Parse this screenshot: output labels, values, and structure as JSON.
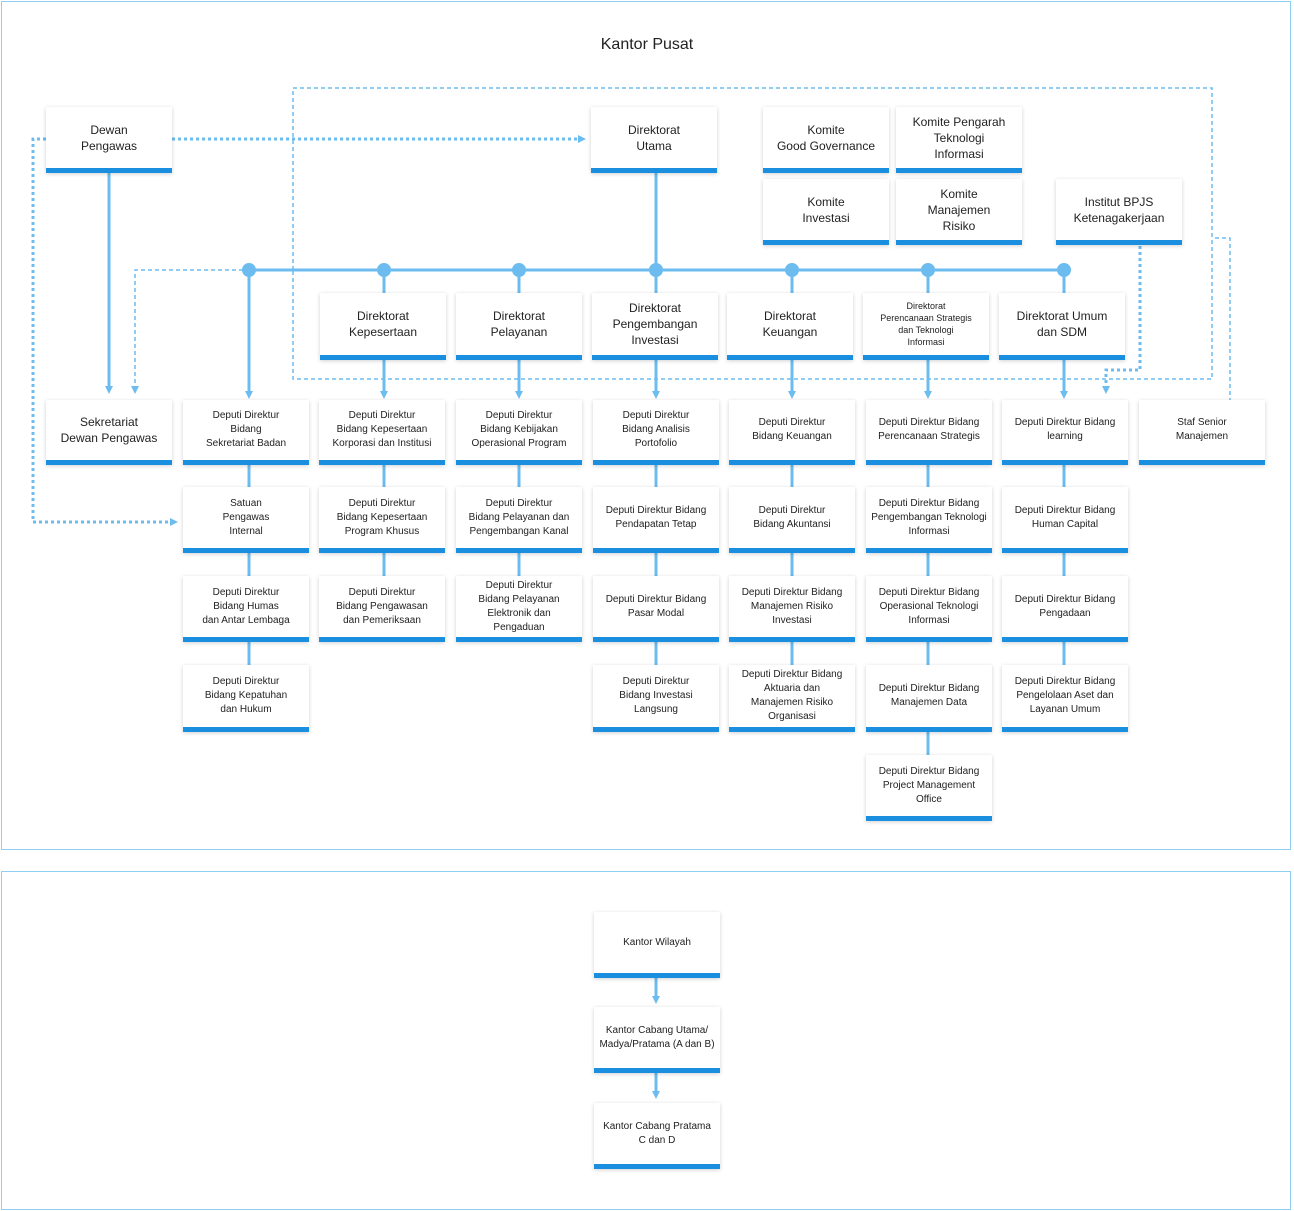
{
  "kantor_pusat": {
    "title": "Kantor Pusat",
    "dewan_pengawas": "Dewan\nPengawas",
    "sekretariat": "Sekretariat\nDewan Pengawas",
    "direktorat_utama": "Direktorat\nUtama",
    "komite": [
      "Komite\nGood Governance",
      "Komite Pengarah\nTeknologi\nInformasi",
      "Komite\nInvestasi",
      "Komite\nManajemen\nRisiko"
    ],
    "institut": "Institut BPJS\nKetenagakerjaan",
    "staf_senior": "Staf Senior\nManajemen",
    "direktorat": [
      "Direktorat\nKepesertaan",
      "Direktorat\nPelayanan",
      "Direktorat\nPengembangan\nInvestasi",
      "Direktorat\nKeuangan",
      "Direktorat\nPerencanaan Strategis\ndan Teknologi\nInformasi",
      "Direktorat Umum\ndan SDM"
    ],
    "columns": [
      [
        "Deputi Direktur\nBidang\nSekretariat Badan",
        "Satuan\nPengawas\nInternal",
        "Deputi Direktur\nBidang Humas\ndan Antar Lembaga",
        "Deputi Direktur\nBidang Kepatuhan\ndan Hukum"
      ],
      [
        "Deputi Direktur\nBidang Kepesertaan\nKorporasi dan Institusi",
        "Deputi Direktur\nBidang Kepesertaan\nProgram Khusus",
        "Deputi Direktur\nBidang Pengawasan\ndan Pemeriksaan"
      ],
      [
        "Deputi Direktur\nBidang Kebijakan\nOperasional Program",
        "Deputi Direktur\nBidang Pelayanan dan\nPengembangan Kanal",
        "Deputi Direktur\nBidang Pelayanan\nElektronik dan\nPengaduan"
      ],
      [
        "Deputi Direktur\nBidang Analisis\nPortofolio",
        "Deputi Direktur Bidang\nPendapatan Tetap",
        "Deputi Direktur Bidang\nPasar Modal",
        "Deputi Direktur\nBidang Investasi\nLangsung"
      ],
      [
        "Deputi Direktur\nBidang Keuangan",
        "Deputi Direktur\nBidang Akuntansi",
        "Deputi Direktur Bidang\nManajemen Risiko\nInvestasi",
        "Deputi Direktur Bidang\nAktuaria dan\nManajemen Risiko\nOrganisasi"
      ],
      [
        "Deputi Direktur Bidang\nPerencanaan Strategis",
        "Deputi Direktur Bidang\nPengembangan Teknologi\nInformasi",
        "Deputi Direktur Bidang\nOperasional Teknologi\nInformasi",
        "Deputi Direktur Bidang\nManajemen Data",
        "Deputi Direktur Bidang\nProject Management\nOffice"
      ],
      [
        "Deputi Direktur Bidang\nlearning",
        "Deputi Direktur Bidang\nHuman Capital",
        "Deputi Direktur Bidang\nPengadaan",
        "Deputi Direktur Bidang\nPengelolaan Aset dan\nLayanan Umum"
      ]
    ]
  },
  "kantor_daerah": [
    "Kantor Wilayah",
    "Kantor Cabang Utama/\nMadya/Pratama (A dan B)",
    "Kantor Cabang Pratama\nC dan D"
  ],
  "colors": {
    "accent": "#1a8fe0",
    "line": "#6cbcf0",
    "border": "#8fd0f2"
  }
}
